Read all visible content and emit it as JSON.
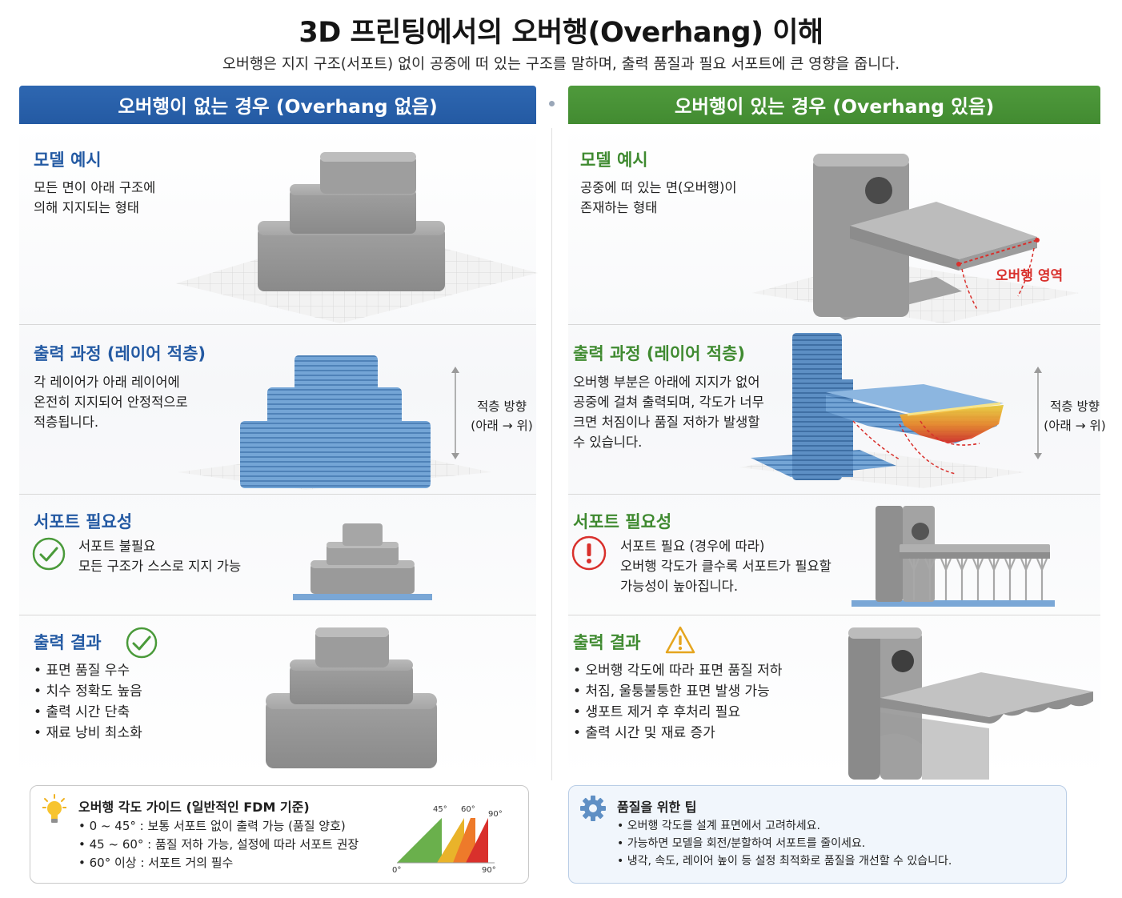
{
  "header": {
    "title": "3D 프린팅에서의 오버행(Overhang) 이해",
    "subtitle": "오버행은 지지 구조(서포트) 없이 공중에 떠 있는 구조를 말하며, 출력 품질과 필요 서포트에 큰 영향을 줍니다."
  },
  "left": {
    "banner": "오버행이 없는 경우 (Overhang 없음)",
    "model": {
      "heading": "모델 예시",
      "lines": [
        "모든 면이 아래 구조에",
        "의해 지지되는 형태"
      ]
    },
    "process": {
      "heading": "출력 과정 (레이어 적층)",
      "lines": [
        "각 레이어가 아래 레이어에",
        "온전히 지지되어 안정적으로",
        "적층됩니다."
      ],
      "direction": [
        "적층 방향",
        "(아래 → 위)"
      ]
    },
    "support": {
      "heading": "서포트 필요성",
      "lines": [
        "서포트 불필요",
        "모든 구조가 스스로 지지 가능"
      ],
      "icon": "check-circle-icon",
      "color": "#4a9a3a"
    },
    "result": {
      "heading": "출력 결과",
      "bullets": [
        "표면 품질 우수",
        "치수 정확도 높음",
        "출력 시간 단축",
        "재료 낭비 최소화"
      ],
      "icon": "check-circle-icon"
    },
    "guide": {
      "title": "오버행 각도 가이드 (일반적인 FDM 기준)",
      "items": [
        "0 ~ 45° : 보통 서포트 없이 출력 가능 (품질 양호)",
        "45 ~ 60° : 품질 저하 가능, 설정에 따라 서포트 권장",
        "60° 이상 : 서포트 거의 필수"
      ],
      "icon": "lightbulb-icon",
      "angle_chart": {
        "labels": [
          "45°",
          "60°",
          "90°",
          "0°",
          "90°"
        ],
        "colors": [
          "#6ab04c",
          "#e9b32a",
          "#ee7a2a",
          "#d9302c"
        ]
      }
    }
  },
  "right": {
    "banner": "오버행이 있는 경우 (Overhang 있음)",
    "model": {
      "heading": "모델 예시",
      "lines": [
        "공중에 떠 있는 면(오버행)이",
        "존재하는 형태"
      ],
      "annotation": "오버행 영역"
    },
    "process": {
      "heading": "출력 과정 (레이어 적층)",
      "lines": [
        "오버행 부분은 아래에 지지가 없어",
        "공중에 걸쳐 출력되며, 각도가 너무",
        "크면 처짐이나 품질 저하가 발생할",
        "수 있습니다."
      ],
      "direction": [
        "적층 방향",
        "(아래 → 위)"
      ]
    },
    "support": {
      "heading": "서포트 필요성",
      "lines": [
        "서포트 필요 (경우에 따라)",
        "오버행 각도가 클수록 서포트가 필요할",
        "가능성이 높아집니다."
      ],
      "icon": "exclamation-circle-icon",
      "color": "#d9302c"
    },
    "result": {
      "heading": "출력 결과",
      "bullets": [
        "오버행 각도에 따라 표면 품질 저하",
        "처짐, 울퉁불퉁한 표면 발생 가능",
        "생포트 제거 후 후처리 필요",
        "출력 시간 및 재료 증가"
      ],
      "icon": "warning-triangle-icon"
    },
    "tips": {
      "title": "품질을 위한 팁",
      "items": [
        "오버행 각도를 설계 표면에서 고려하세요.",
        "가능하면 모델을 회전/분할하여 서포트를 줄이세요.",
        "냉각, 속도, 레이어 높이 등 설정 최적화로 품질을 개선할 수 있습니다."
      ],
      "icon": "gear-icon"
    }
  },
  "colors": {
    "blue": "#245aa3",
    "green": "#428b31",
    "layer_blue": "#6c9fd1",
    "gray_model": "#a3a3a3",
    "red": "#d9302c"
  }
}
